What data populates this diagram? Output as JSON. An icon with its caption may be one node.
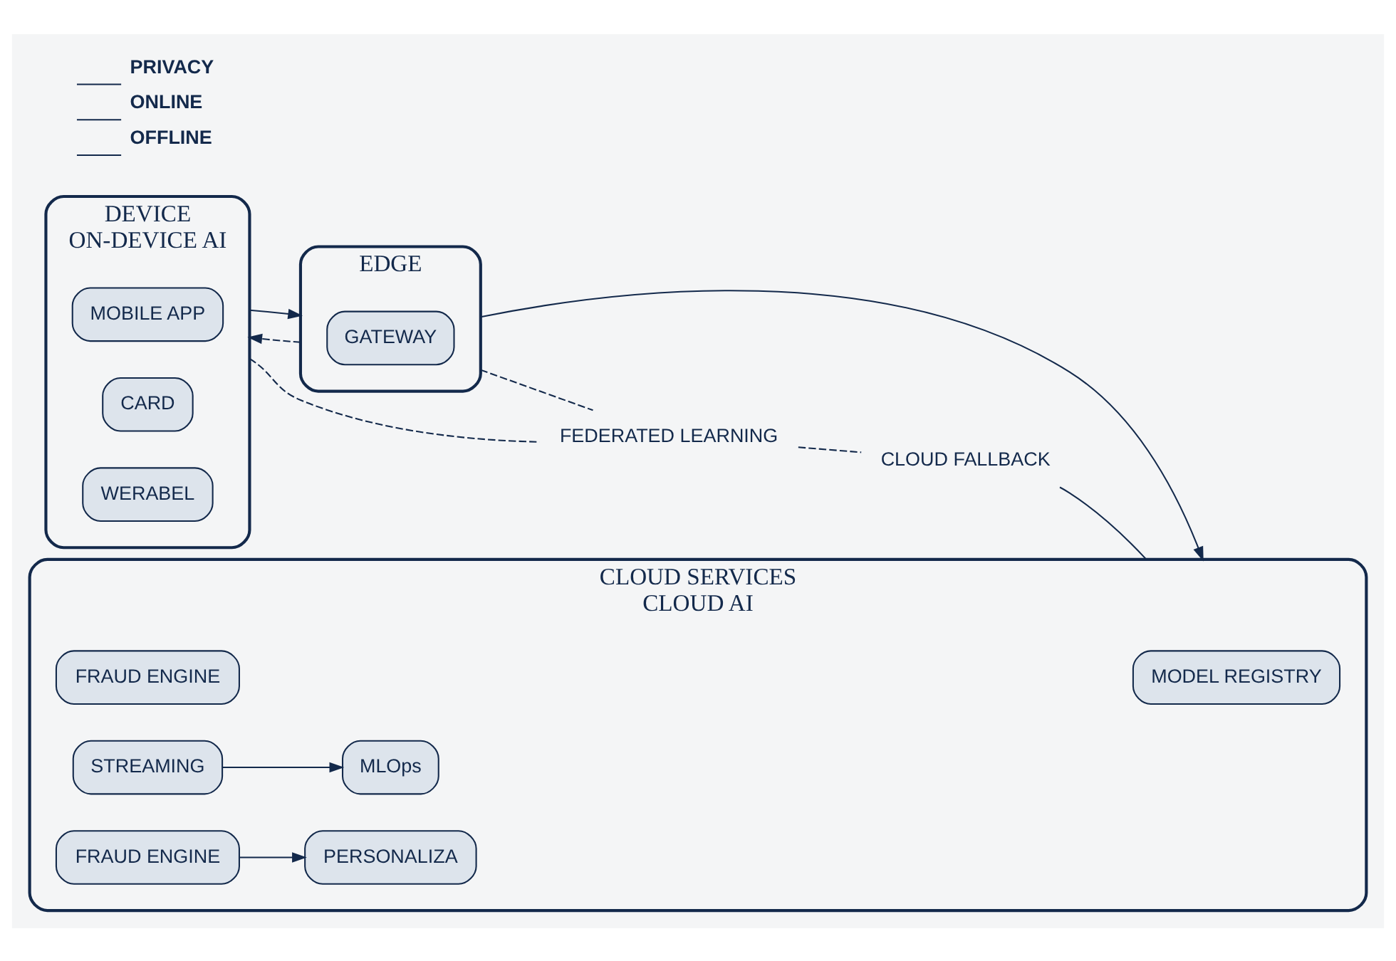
{
  "diagram": {
    "nodes": [
      {
        "text": [
          "DEVICE",
          "ON-DEVICE AI"
        ]
      },
      {
        "text": [
          "MOBILE APP"
        ],
        "in": 0
      },
      {
        "text": [
          "CARD"
        ],
        "in": 0
      },
      {
        "text": [
          "WERABEL"
        ],
        "in": 0
      },
      {
        "text": [
          "EDGE"
        ]
      },
      {
        "text": [
          "GATEWAY"
        ],
        "in": 4
      },
      {
        "text": [
          "CLOUD SERVICES",
          "CLOUD AI"
        ]
      },
      {
        "text": [
          "MODEL REGISTRY"
        ],
        "in": 6
      },
      {
        "text": [
          "FRAUD ENGINE"
        ],
        "in": 6
      },
      {
        "text": [
          "STREAMING"
        ],
        "in": 6
      },
      {
        "text": [
          "MLOps"
        ],
        "in": 6
      },
      {
        "text": [
          "FRAUD ENGINE"
        ],
        "in": 6
      },
      {
        "text": [
          "PERSONALIZA"
        ],
        "in": 6
      },
      {
        "text": [
          "FEDERATED LEARNING"
        ]
      },
      {
        "text": [
          "CLOUD FALLBACK"
        ]
      }
    ],
    "edges": [
      {
        "from": 0,
        "to": 4,
        "arrow": "to"
      },
      {
        "from": 4,
        "to": 0,
        "arrow": "to",
        "style": "dashed"
      },
      {
        "from": 4,
        "to": 6,
        "arrow": "to"
      },
      {
        "from": 9,
        "to": 10,
        "arrow": "to"
      },
      {
        "from": 11,
        "to": 12,
        "arrow": "to"
      },
      {
        "from": 0,
        "to": 13,
        "arrow": "none",
        "style": "dashed"
      },
      {
        "from": 4,
        "to": 13,
        "arrow": "none",
        "style": "dashed"
      },
      {
        "from": 13,
        "to": 14,
        "arrow": "none",
        "style": "dashed"
      },
      {
        "from": 14,
        "to": 6,
        "arrow": "none"
      }
    ],
    "legend": [
      {
        "text": "PRIVACY"
      },
      {
        "text": "ONLINE"
      },
      {
        "text": "OFFLINE"
      }
    ]
  }
}
